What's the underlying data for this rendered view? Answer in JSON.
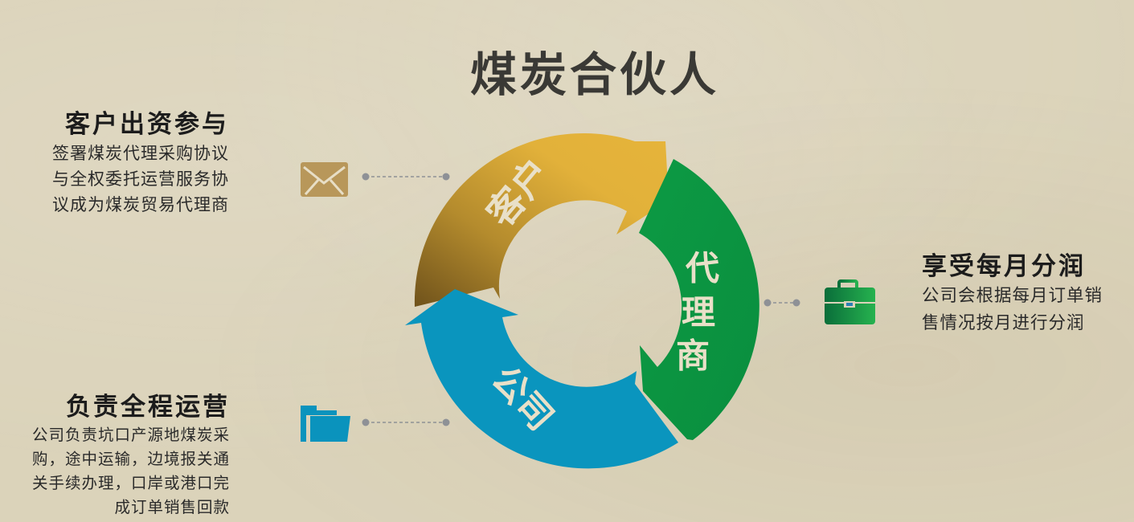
{
  "title": "煤炭合伙人",
  "cycle": {
    "segments": [
      {
        "label": "客户",
        "color": "#e2b13a",
        "color_dark": "#7d5c1d"
      },
      {
        "label": "代理商",
        "color": "#0d9a44"
      },
      {
        "label": "公司",
        "color": "#0a95be"
      }
    ]
  },
  "blocks": {
    "customer": {
      "heading": "客户出资参与",
      "lines": [
        "签署煤炭代理采购协议",
        "与全权委托运营服务协",
        "议成为煤炭贸易代理商"
      ],
      "icon": "envelope-icon",
      "icon_color": "#b8975a"
    },
    "company": {
      "heading": "负责全程运营",
      "lines": [
        "公司负责坑口产源地煤炭采",
        "购，途中运输，边境报关通",
        "关手续办理，口岸或港口完",
        "成订单销售回款"
      ],
      "icon": "folder-icon",
      "icon_color": "#0a93bd"
    },
    "agent": {
      "heading": "享受每月分润",
      "lines": [
        "公司会根据每月订单销",
        "售情况按月进行分润"
      ],
      "icon": "briefcase-icon",
      "icon_color": "#14a04a"
    }
  },
  "connector_color": "#8e9196"
}
